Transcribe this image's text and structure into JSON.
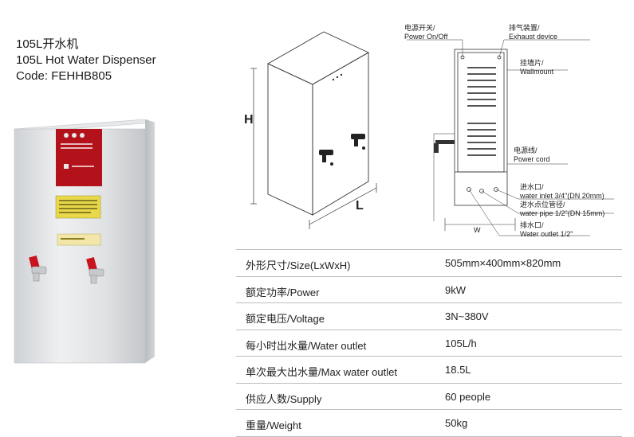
{
  "header": {
    "line1": "105L开水机",
    "line2": "105L Hot Water Dispenser",
    "line3": "Code: FEHHB805"
  },
  "iso_diagram": {
    "h_label": "H",
    "l_label": "L"
  },
  "front_diagram": {
    "w_label": "W",
    "callouts": {
      "power_zh": "电源开关/",
      "power_en": "Power On/Off",
      "exhaust_zh": "排气装置/",
      "exhaust_en": "Exhaust device",
      "wallmount_zh": "挂墙片/",
      "wallmount_en": "Wallmount",
      "cord_zh": "电源线/",
      "cord_en": "Power cord",
      "inlet_zh": "进水口/",
      "inlet_en": "water inlet 3/4\"(DN  20mm)",
      "pipe_zh": "进水点位管径/",
      "pipe_en": "water pipe 1/2\"(DN  15mm)",
      "outlet_zh": "排水口/",
      "outlet_en": "Water outlet 1/2\""
    }
  },
  "specs": [
    {
      "label": "外形尺寸/Size(LxWxH)",
      "value": "505mm×400mm×820mm"
    },
    {
      "label": "额定功率/Power",
      "value": "9kW"
    },
    {
      "label": "额定电压/Voltage",
      "value": "3N~380V"
    },
    {
      "label": "每小时出水量/Water outlet",
      "value": "105L/h"
    },
    {
      "label": "单次最大出水量/Max water outlet",
      "value": "18.5L"
    },
    {
      "label": "供应人数/Supply",
      "value": "60 people"
    },
    {
      "label": "重量/Weight",
      "value": "50kg"
    }
  ],
  "colors": {
    "panel_red": "#b3121a",
    "tap_red": "#c8141e",
    "body_silver": "#d9dcdf"
  }
}
